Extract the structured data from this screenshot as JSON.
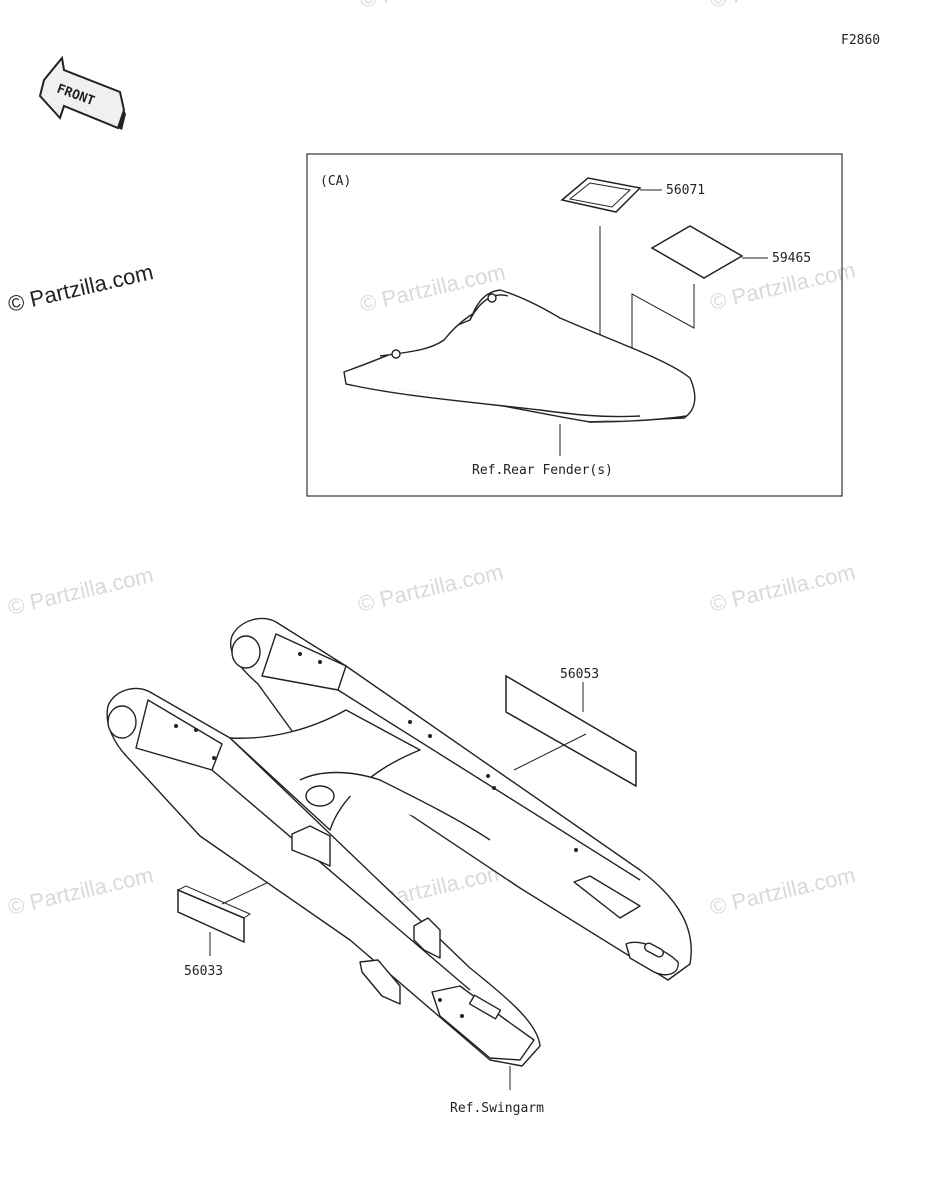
{
  "figure_code": "F2860",
  "front_label": "FRONT",
  "region_label": "(CA)",
  "watermark_main": "© Partzilla.com",
  "watermark_faint": "© Partzilla.com",
  "parts": {
    "p56071": "56071",
    "p59465": "59465",
    "p56053": "56053",
    "p56033": "56033"
  },
  "references": {
    "rear_fender": "Ref.Rear Fender(s)",
    "swingarm": "Ref.Swingarm"
  }
}
